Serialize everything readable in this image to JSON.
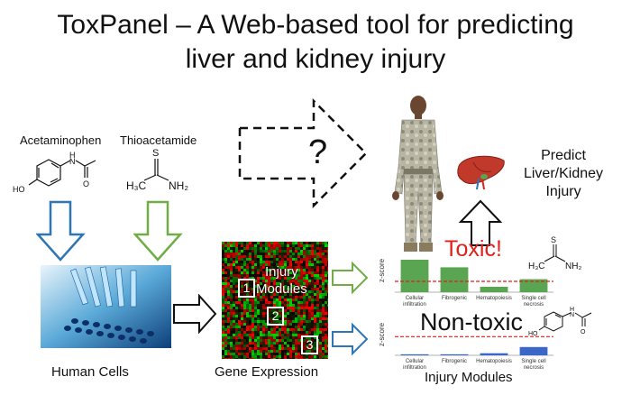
{
  "title": {
    "line1": "ToxPanel – A Web-based tool for predicting",
    "line2": "liver and kidney injury"
  },
  "compounds": {
    "acetaminophen": {
      "name": "Acetaminophen",
      "ho": "HO",
      "n": "N",
      "h": "H",
      "o": "O"
    },
    "thioacetamide": {
      "name": "Thioacetamide",
      "s": "S",
      "h3c": "H₃C",
      "nh2": "NH₂"
    }
  },
  "labels": {
    "human_cells": "Human Cells",
    "gene_expression": "Gene Expression",
    "injury_modules_bottom": "Injury Modules",
    "question": "?"
  },
  "heatmap": {
    "overlay": "Injury\nModules",
    "box1": "1",
    "box2": "2",
    "box3": "3"
  },
  "predict_text": "Predict\nLiver/Kidney\nInjury",
  "toxic_label": "Toxic!",
  "nontoxic_label": "Non-toxic",
  "thio_small": {
    "s": "S",
    "h3c": "H₃C",
    "nh2": "NH₂"
  },
  "acet_small": {
    "ho": "HO",
    "n": "N",
    "h": "H",
    "o": "O"
  },
  "colors": {
    "blue_arrow": "#2e75b6",
    "green_arrow": "#70ad47",
    "bar_green": "#5aa552",
    "bar_blue": "#3a66c8",
    "threshold_red": "#e0201a"
  },
  "chart_data": [
    {
      "type": "bar",
      "ylabel": "z-score",
      "categories": [
        "Cellular\ninfiltration",
        "Fibrogenic",
        "Hematopoiesis",
        "Single cell\nnecrosis"
      ],
      "values": [
        3.0,
        2.3,
        0.5,
        1.2
      ],
      "ylim": [
        0,
        4
      ],
      "threshold": 1.0
    },
    {
      "type": "bar",
      "ylabel": "z-score",
      "categories": [
        "Cellular\ninfiltration",
        "Fibrogenic",
        "Hematopoiesis",
        "Single cell\nnecrosis"
      ],
      "values": [
        0.05,
        0.05,
        0.1,
        0.4
      ],
      "ylim": [
        0,
        2
      ],
      "threshold": 0.9
    }
  ]
}
